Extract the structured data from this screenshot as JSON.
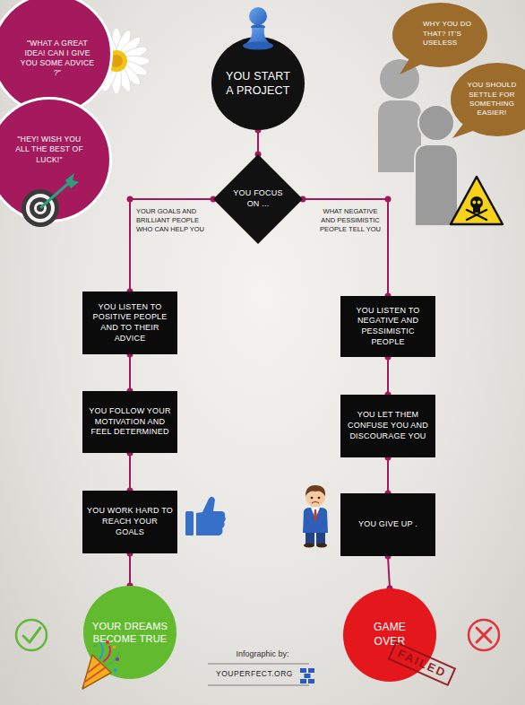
{
  "diagram": {
    "nodes": [
      {
        "text": [
          "\"WHAT A GREAT IDEA! CAN I GIVE YOU SOME ADVICE ?\""
        ]
      },
      {
        "text": [
          "\"HEY! WISH YOU ALL THE BEST OF LUCK!\""
        ]
      },
      {
        "text": [
          "YOU START A PROJECT"
        ]
      },
      {
        "text": [
          "WHY YOU DO THAT? IT'S USELESS"
        ]
      },
      {
        "text": [
          "YOU SHOULD SETTLE FOR SOMETHING EASIER!"
        ]
      },
      {
        "text": [
          "YOU FOCUS ON ..."
        ]
      },
      {
        "text": [
          "YOU LISTEN TO POSITIVE PEOPLE AND TO THEIR ADVICE"
        ]
      },
      {
        "text": [
          "YOU FOLLOW YOUR MOTIVATION AND FEEL DETERMINED"
        ]
      },
      {
        "text": [
          "YOU WORK HARD TO REACH YOUR GOALS"
        ]
      },
      {
        "text": [
          "YOUR DREAMS BECOME TRUE"
        ]
      },
      {
        "text": [
          "YOU LISTEN TO NEGATIVE AND PESSIMISTIC PEOPLE"
        ]
      },
      {
        "text": [
          "YOU LET THEM CONFUSE YOU AND DISCOURAGE YOU"
        ]
      },
      {
        "text": [
          "YOU GIVE UP ."
        ]
      },
      {
        "text": [
          "GAME OVER"
        ]
      }
    ],
    "edges": [
      {
        "from": 2,
        "to": 5,
        "arrow": "none"
      },
      {
        "from": 5,
        "to": 6,
        "label": "YOUR GOALS AND BRILLIANT PEOPLE WHO CAN HELP YOU",
        "arrow": "none"
      },
      {
        "from": 5,
        "to": 10,
        "label": "WHAT NEGATIVE AND PESSIMISTIC PEOPLE TELL YOU",
        "arrow": "none"
      },
      {
        "from": 6,
        "to": 7,
        "arrow": "none"
      },
      {
        "from": 7,
        "to": 8,
        "arrow": "none"
      },
      {
        "from": 8,
        "to": 9,
        "arrow": "none"
      },
      {
        "from": 10,
        "to": 11,
        "arrow": "none"
      },
      {
        "from": 11,
        "to": 12,
        "arrow": "none"
      },
      {
        "from": 12,
        "to": 13,
        "arrow": "none"
      }
    ],
    "labels": [
      "Infographic by:",
      "YOUPERFECT.ORG",
      "FAILED"
    ]
  }
}
